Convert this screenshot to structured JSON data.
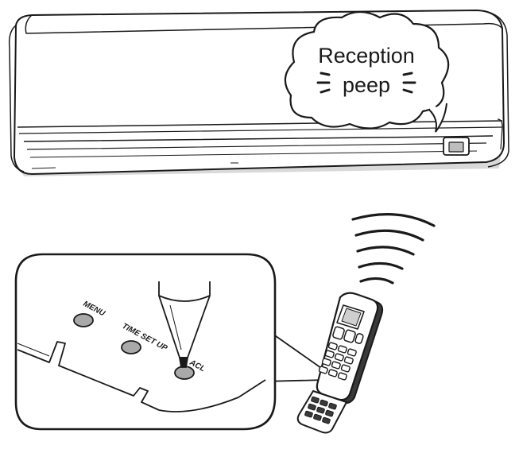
{
  "speech_bubble": {
    "line1": "Reception",
    "line2": "peep"
  },
  "panel_buttons": {
    "menu_label": "MENU",
    "time_setup_label": "TIME SET UP",
    "acl_label": "ACL"
  },
  "colors": {
    "line": "#1a1a1a",
    "button_fill": "#a9a9a9",
    "shade": "#c8c8c8",
    "background": "#ffffff"
  },
  "icons": [
    "air-conditioner-unit",
    "speech-bubble",
    "signal-waves-icon",
    "remote-control",
    "pen-tip-icon"
  ]
}
